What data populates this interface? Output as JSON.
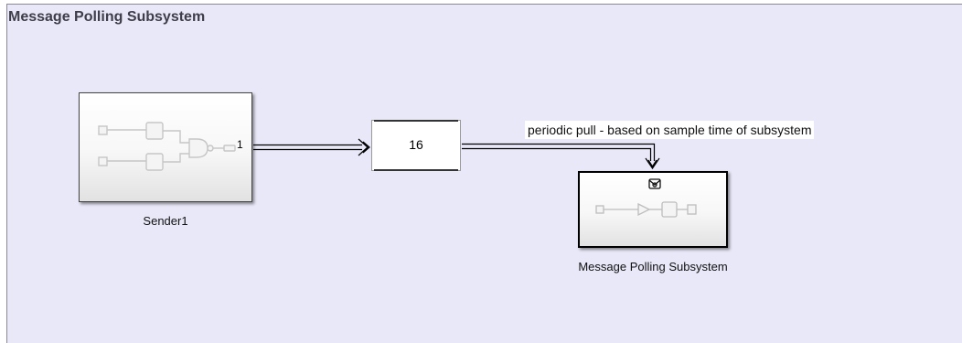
{
  "diagram": {
    "title": "Message Polling Subsystem",
    "background_color": "#e8e8f8"
  },
  "blocks": {
    "sender": {
      "name": "Sender1",
      "output_port": "1",
      "icon": "logic-subsystem-icon"
    },
    "queue": {
      "value": "16",
      "icon": "queue-icon"
    },
    "polling_subsystem": {
      "name": "Message Polling Subsystem",
      "trigger_icon": "message-trigger-icon",
      "icon": "subsystem-content-icon"
    }
  },
  "signals": {
    "queue_to_subsystem": {
      "label": "periodic pull -  based on sample time of subsystem"
    }
  }
}
